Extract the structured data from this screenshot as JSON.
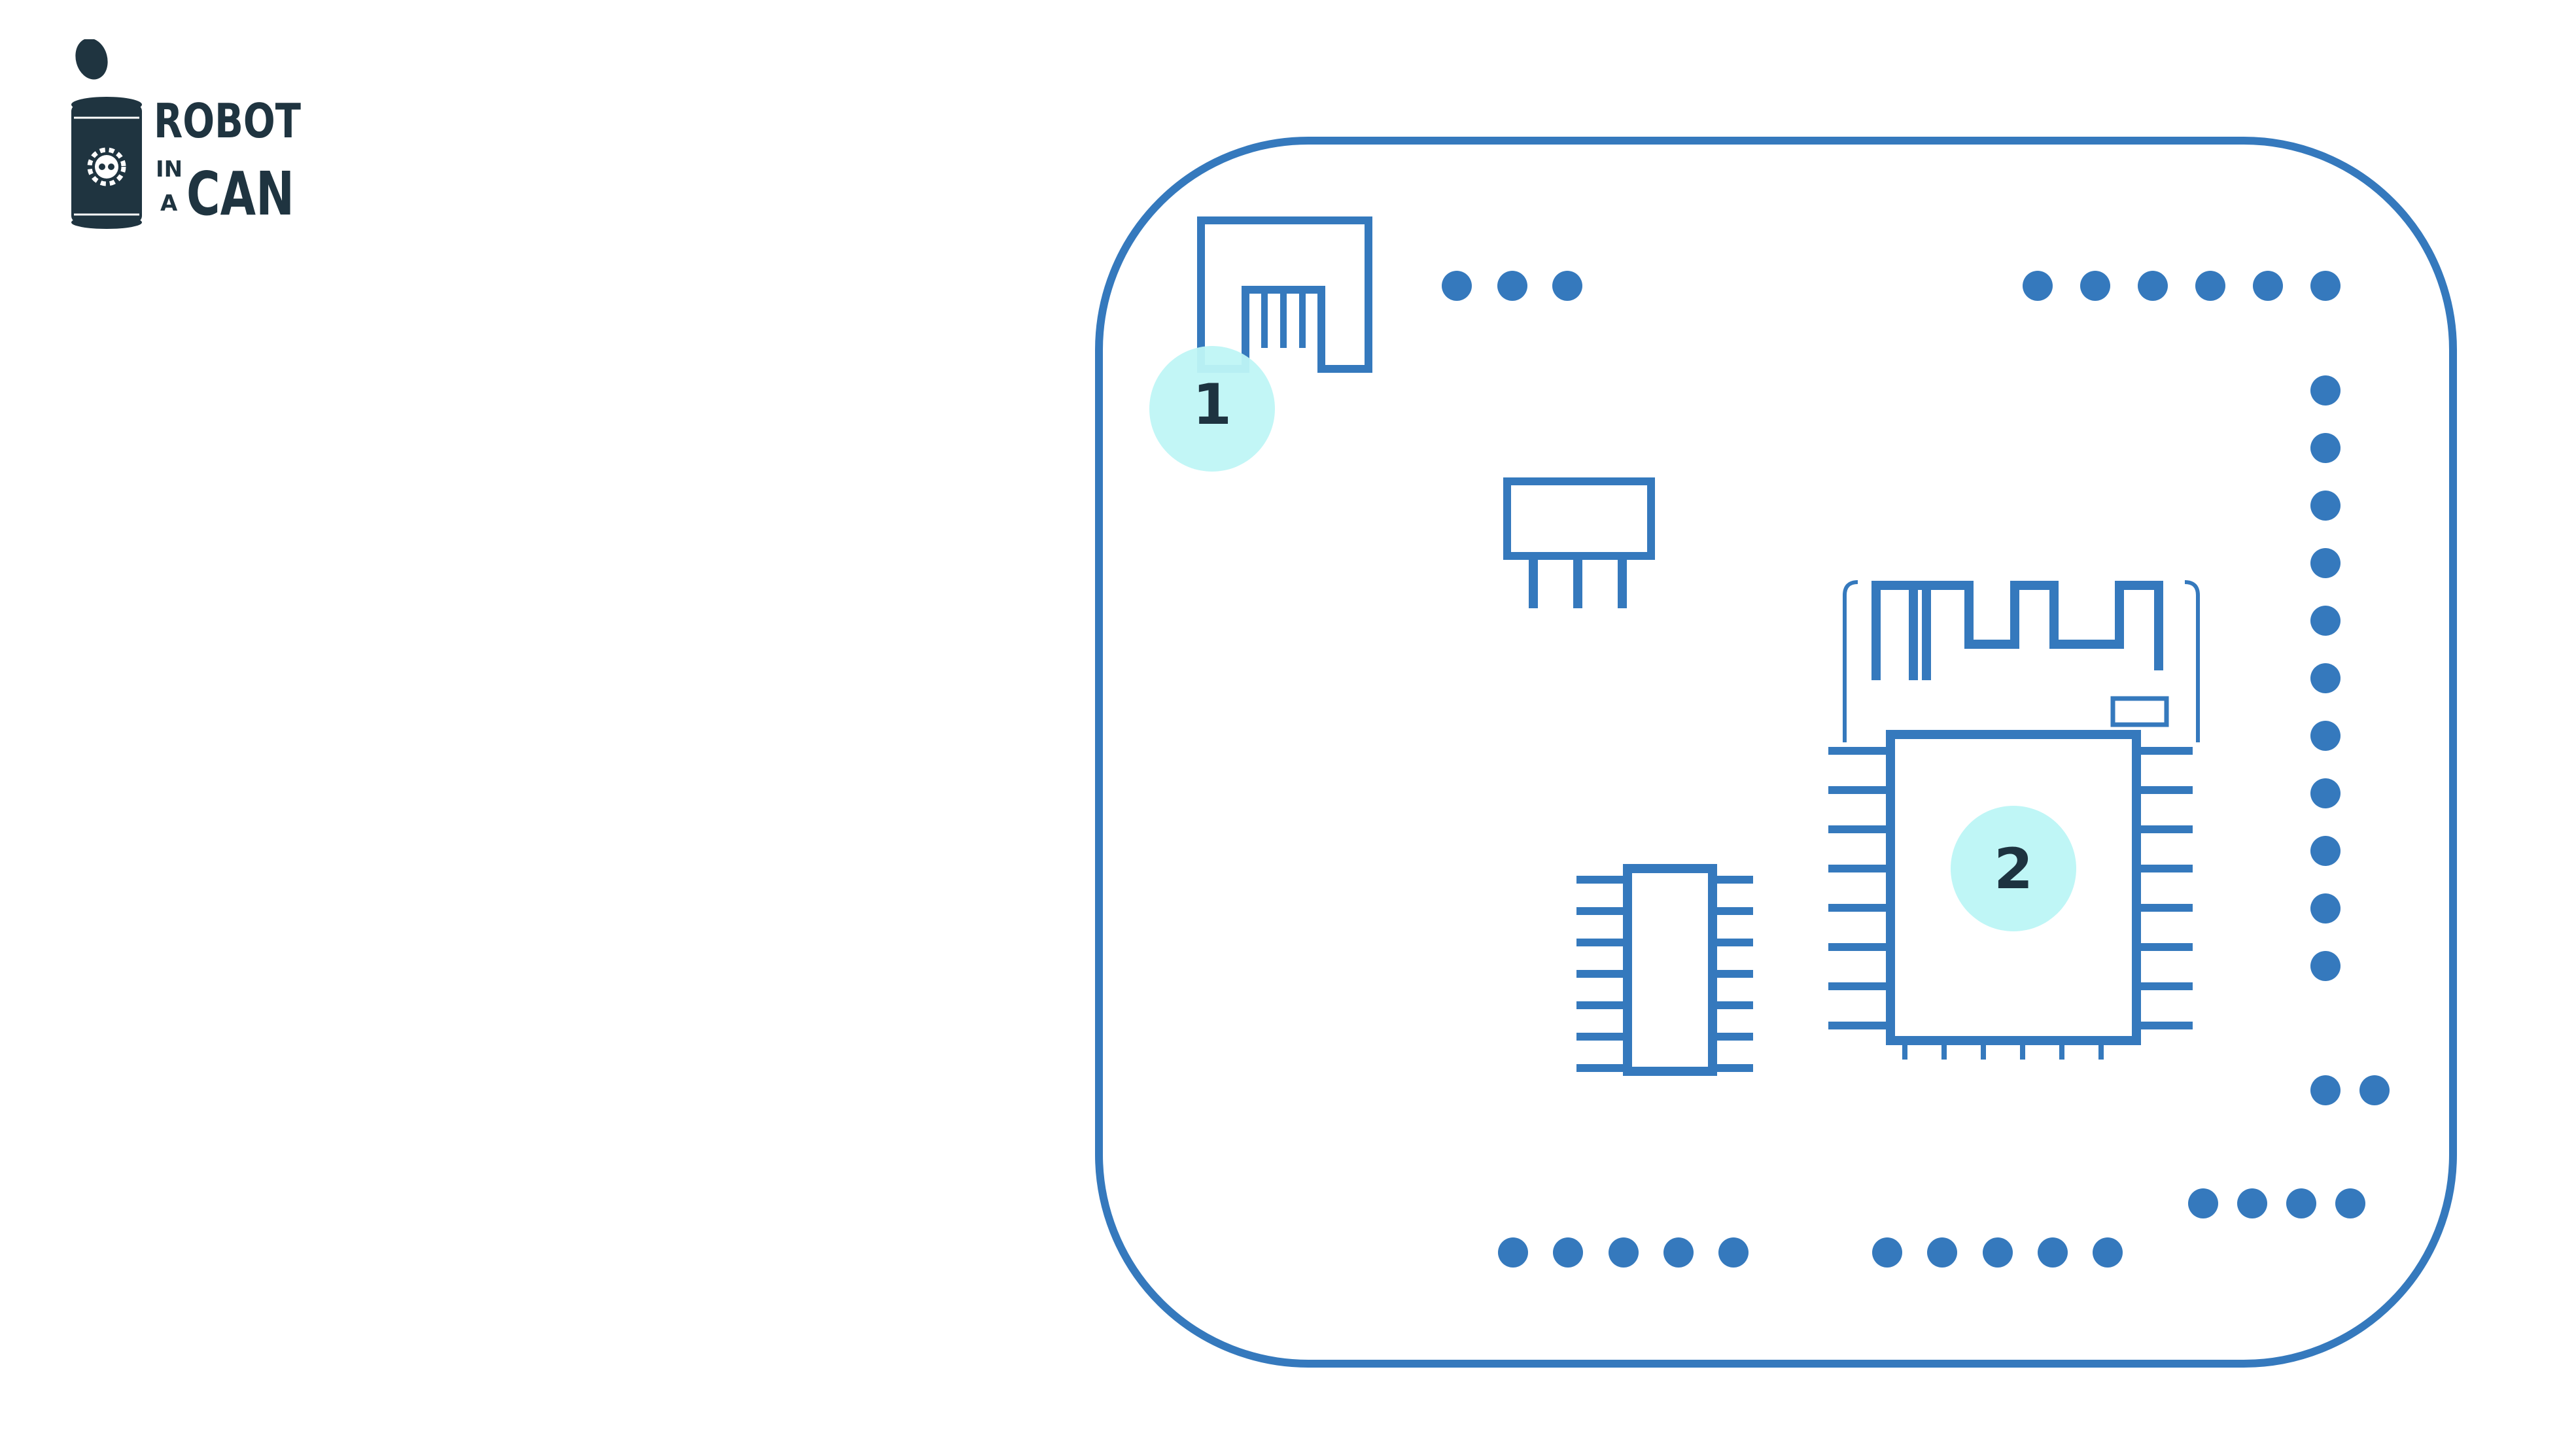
{
  "logo": {
    "line1": "ROBOT",
    "line2a": "IN",
    "line2b": "A",
    "line3": "CAN",
    "icon": "robot-can-icon"
  },
  "colors": {
    "board": "#3579bd",
    "marker_bg": "#bff6f6",
    "marker_text": "#1d3340",
    "logo": "#1f3440"
  },
  "markers": [
    {
      "label": "1",
      "target": "usb-connector"
    },
    {
      "label": "2",
      "target": "microcontroller-module"
    }
  ]
}
